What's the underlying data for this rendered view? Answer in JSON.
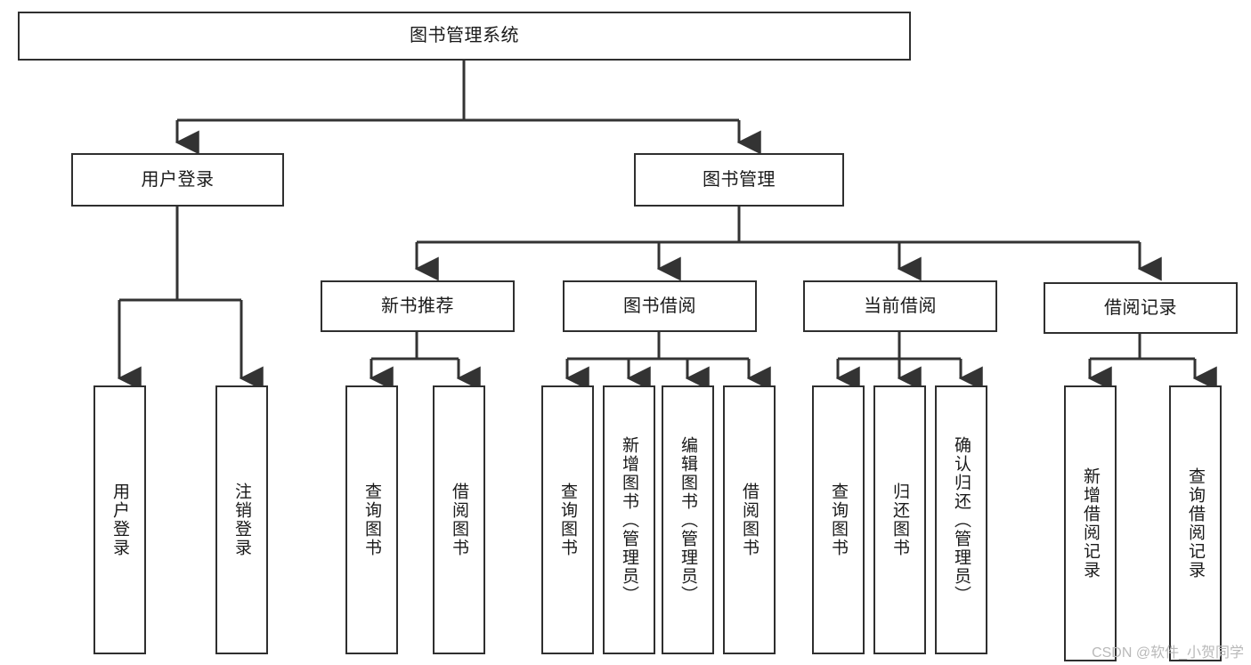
{
  "diagram": {
    "type": "tree-hierarchy-chart",
    "title": "图书管理系统",
    "colors": {
      "box_border": "#2f2f2f",
      "box_fill": "#ffffff",
      "connector": "#333333",
      "text": "#1a1a1a",
      "watermark": "#b9b9b9"
    },
    "root": {
      "label": "图书管理系统"
    },
    "level2": [
      {
        "label": "用户登录"
      },
      {
        "label": "图书管理"
      }
    ],
    "level3": [
      {
        "label": "新书推荐"
      },
      {
        "label": "图书借阅"
      },
      {
        "label": "当前借阅"
      },
      {
        "label": "借阅记录"
      }
    ],
    "leaves": {
      "user_login": [
        {
          "label": "用户登录"
        },
        {
          "label": "注销登录"
        }
      ],
      "new_book_recommend": [
        {
          "label": "查询图书"
        },
        {
          "label": "借阅图书"
        }
      ],
      "book_borrow": [
        {
          "label": "查询图书"
        },
        {
          "label": "新增图书（管理员）"
        },
        {
          "label": "编辑图书（管理员）"
        },
        {
          "label": "借阅图书"
        }
      ],
      "current_borrow": [
        {
          "label": "查询图书"
        },
        {
          "label": "归还图书"
        },
        {
          "label": "确认归还（管理员）"
        }
      ],
      "borrow_records": [
        {
          "label": "新增借阅记录"
        },
        {
          "label": "查询借阅记录"
        }
      ]
    }
  },
  "watermark": {
    "text": "CSDN @软件_小贺同学"
  }
}
